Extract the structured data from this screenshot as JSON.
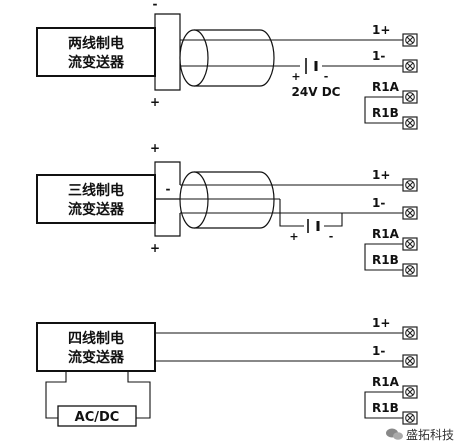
{
  "diagram": {
    "two_wire": {
      "box_line1": "两线制电",
      "box_line2": "流变送器",
      "sign_top": "-",
      "sign_bottom": "+",
      "term1_label": "1+",
      "term2_label": "1-",
      "supply_plus": "+",
      "supply_minus": "-",
      "supply_label": "24V  DC",
      "relay_a": "R1A",
      "relay_b": "R1B"
    },
    "three_wire": {
      "box_line1": "三线制电",
      "box_line2": "流变送器",
      "sign_top": "+",
      "sign_mid": "-",
      "sign_bottom": "+",
      "term1_label": "1+",
      "term2_label": "1-",
      "supply_plus": "+",
      "supply_minus": "-",
      "relay_a": "R1A",
      "relay_b": "R1B"
    },
    "four_wire": {
      "box_line1": "四线制电",
      "box_line2": "流变送器",
      "power_label": "AC/DC",
      "term1_label": "1+",
      "term2_label": "1-",
      "relay_a": "R1A",
      "relay_b": "R1B"
    },
    "watermark": "盛拓科技"
  }
}
